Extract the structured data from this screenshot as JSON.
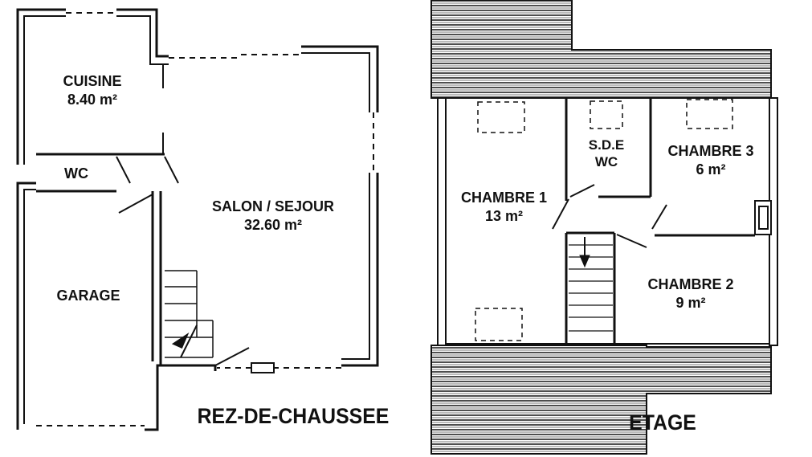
{
  "ground_floor": {
    "title": "REZ-DE-CHAUSSEE",
    "rooms": [
      {
        "name": "CUISINE",
        "area": "8.40 m²"
      },
      {
        "name": "WC",
        "area": ""
      },
      {
        "name": "SALON / SEJOUR",
        "area": "32.60 m²"
      },
      {
        "name": "GARAGE",
        "area": ""
      }
    ]
  },
  "upper_floor": {
    "title": "ETAGE",
    "rooms": [
      {
        "name": "CHAMBRE 1",
        "area": "13 m²"
      },
      {
        "name": "S.D.E",
        "area": "WC"
      },
      {
        "name": "CHAMBRE 3",
        "area": "6 m²"
      },
      {
        "name": "CHAMBRE 2",
        "area": "9 m²"
      }
    ]
  },
  "colors": {
    "ink": "#111111",
    "background": "#ffffff"
  }
}
